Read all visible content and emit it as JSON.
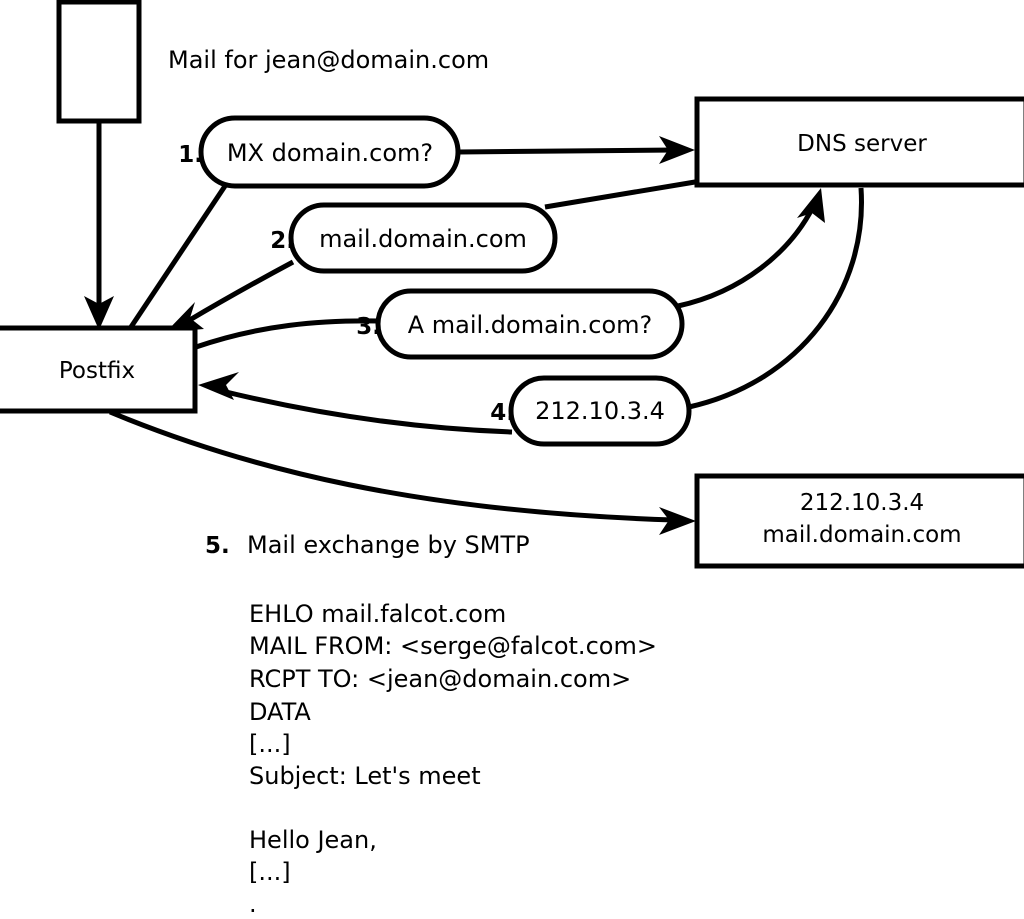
{
  "diagram": {
    "title_caption": "Mail for jean@domain.com",
    "nodes": [
      {
        "id": "client",
        "label": ""
      },
      {
        "id": "postfix",
        "label": "Postfix"
      },
      {
        "id": "dns",
        "label": "DNS server"
      },
      {
        "id": "target",
        "line1": "212.10.3.4",
        "line2": "mail.domain.com"
      }
    ],
    "steps": [
      {
        "num": "1.",
        "label": "MX domain.com?"
      },
      {
        "num": "2.",
        "label": "mail.domain.com"
      },
      {
        "num": "3.",
        "label": "A mail.domain.com?"
      },
      {
        "num": "4.",
        "label": "212.10.3.4"
      }
    ],
    "step5": {
      "num": "5.",
      "label": "Mail exchange by SMTP"
    },
    "smtp_transcript": [
      "EHLO mail.falcot.com",
      "MAIL FROM: <serge@falcot.com>",
      "RCPT TO: <jean@domain.com>",
      "DATA",
      "[...]",
      "Subject: Let's meet",
      "",
      "Hello Jean,",
      "[...]",
      "."
    ],
    "colors": {
      "stroke": "#000000",
      "fill": "#ffffff"
    }
  }
}
